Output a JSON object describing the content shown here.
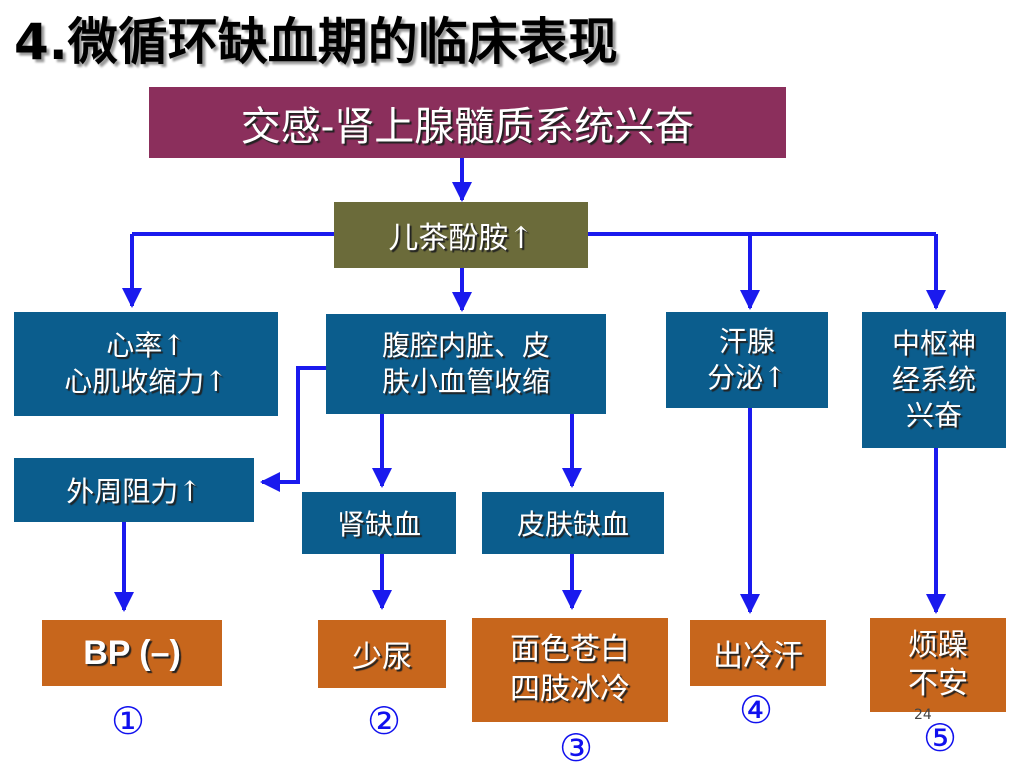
{
  "title": "4.微循环缺血期的临床表现",
  "top_box": "交感-肾上腺髓质系统兴奋",
  "catecholamine": "儿茶酚胺↑",
  "effects": {
    "heart": "心率↑\n心肌收缩力↑",
    "vessels": "腹腔内脏、皮\n肤小血管收缩",
    "sweat": "汗腺\n分泌↑",
    "cns": "中枢神\n经系统\n兴奋"
  },
  "intermediate": {
    "resistance": "外周阻力↑",
    "kidney": "肾缺血",
    "skin": "皮肤缺血"
  },
  "outcomes": {
    "bp": "BP (–)",
    "oliguria": "少尿",
    "pale": "面色苍白\n四肢冰冷",
    "cold_sweat": "出冷汗",
    "restless": "烦躁\n不安"
  },
  "numbers": [
    "①",
    "②",
    "③",
    "④",
    "⑤"
  ],
  "slide_number": "24",
  "colors": {
    "top_box": "#8b2f5c",
    "catecholamine_box": "#6b6b3a",
    "blue_box": "#0b5d8d",
    "orange_box": "#c7661c",
    "arrow": "#1a1aee"
  }
}
